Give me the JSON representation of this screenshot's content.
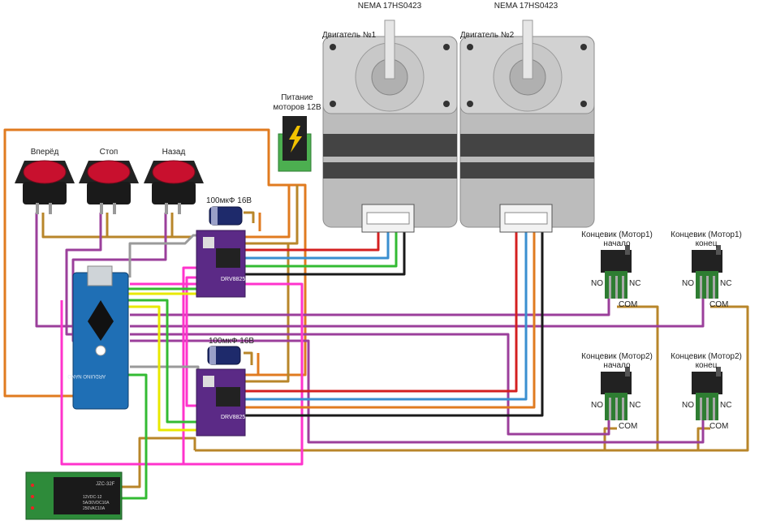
{
  "motors": [
    {
      "model": "NEMA 17HS0423",
      "name": "Двигатель №1"
    },
    {
      "model": "NEMA 17HS0423",
      "name": "Двигатель №2"
    }
  ],
  "power": {
    "label_line1": "Питание",
    "label_line2": "моторов 12В"
  },
  "buttons": [
    {
      "label": "Вперёд"
    },
    {
      "label": "Стоп"
    },
    {
      "label": "Назад"
    }
  ],
  "capacitors": [
    {
      "label": "100мкФ 16В"
    },
    {
      "label": "100мкФ  16В"
    }
  ],
  "drivers": [
    {
      "chip": "DRV8825"
    },
    {
      "chip": "DRV8825"
    }
  ],
  "limit_switches": [
    {
      "line1": "Концевик (Мотор1)",
      "line2": "начало",
      "no": "NO",
      "nc": "NC",
      "com": "COM"
    },
    {
      "line1": "Концевик (Мотор1)",
      "line2": "конец",
      "no": "NO",
      "nc": "NC",
      "com": "COM"
    },
    {
      "line1": "Концевик (Мотор2)",
      "line2": "начало",
      "no": "NO",
      "nc": "NC",
      "com": "COM"
    },
    {
      "line1": "Концевик (Мотор2)",
      "line2": "конец",
      "no": "NO",
      "nc": "NC",
      "com": "COM"
    }
  ],
  "arduino": {
    "board_text": "ARDUINO NANO"
  },
  "relay": {
    "model": "JZC-32F",
    "rating1": "12VDC-12",
    "rating2": "5A/30VDC10A",
    "rating3": "250VAC10A"
  },
  "colors": {
    "orange": "#e07b20",
    "brown": "#b8862a",
    "purple": "#9b3f9b",
    "pink": "#ff33cc",
    "gray": "#9a9a9a",
    "green": "#33bb33",
    "yellow": "#e8e800",
    "red": "#d42020",
    "blue": "#3a8fd0",
    "black": "#1a1a1a",
    "driver_purple": "#5b2a86",
    "arduino_blue": "#1f6fb5"
  }
}
